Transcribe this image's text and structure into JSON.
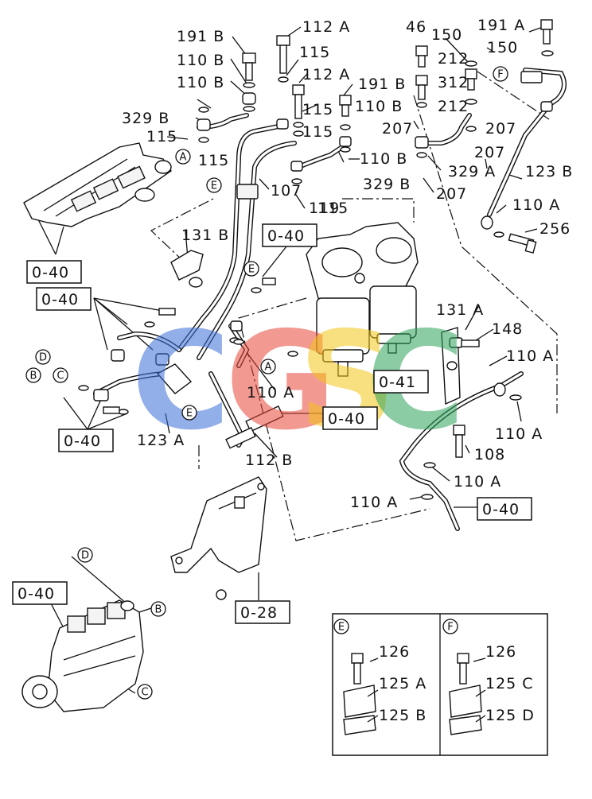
{
  "labels": [
    {
      "id": "l1",
      "text": "191 B"
    },
    {
      "id": "l2",
      "text": "112 A"
    },
    {
      "id": "l3",
      "text": "110 B"
    },
    {
      "id": "l4",
      "text": "115"
    },
    {
      "id": "l5",
      "text": "110 B"
    },
    {
      "id": "l6",
      "text": "112 A"
    },
    {
      "id": "l7",
      "text": "115"
    },
    {
      "id": "l8",
      "text": "191 B"
    },
    {
      "id": "l9",
      "text": "329 B"
    },
    {
      "id": "l10",
      "text": "115"
    },
    {
      "id": "l11",
      "text": "110 B"
    },
    {
      "id": "l12",
      "text": "115"
    },
    {
      "id": "l13",
      "text": "115"
    },
    {
      "id": "l14",
      "text": "107"
    },
    {
      "id": "l15",
      "text": "110 B"
    },
    {
      "id": "l16",
      "text": "119"
    },
    {
      "id": "l17",
      "text": "329 B"
    },
    {
      "id": "l18",
      "text": "115"
    },
    {
      "id": "l19",
      "text": "46"
    },
    {
      "id": "l20",
      "text": "150"
    },
    {
      "id": "l21",
      "text": "191 A"
    },
    {
      "id": "l22",
      "text": "150"
    },
    {
      "id": "l23",
      "text": "212"
    },
    {
      "id": "l24",
      "text": "312"
    },
    {
      "id": "l25",
      "text": "212"
    },
    {
      "id": "l26",
      "text": "207"
    },
    {
      "id": "l27",
      "text": "207"
    },
    {
      "id": "l28",
      "text": "207"
    },
    {
      "id": "l29",
      "text": "329 A"
    },
    {
      "id": "l30",
      "text": "123 B"
    },
    {
      "id": "l31",
      "text": "207"
    },
    {
      "id": "l32",
      "text": "110 A"
    },
    {
      "id": "l33",
      "text": "256"
    },
    {
      "id": "l34",
      "text": "131 B"
    },
    {
      "id": "l35",
      "text": "131 A"
    },
    {
      "id": "l36",
      "text": "148"
    },
    {
      "id": "l37",
      "text": "110 A"
    },
    {
      "id": "l38",
      "text": "110 A"
    },
    {
      "id": "l39",
      "text": "110 A"
    },
    {
      "id": "l40",
      "text": "123 A"
    },
    {
      "id": "l41",
      "text": "112 B"
    },
    {
      "id": "l42",
      "text": "108"
    },
    {
      "id": "l43",
      "text": "110 A"
    },
    {
      "id": "l44",
      "text": "110 A"
    },
    {
      "id": "l45",
      "text": "126"
    },
    {
      "id": "l46",
      "text": "125 A"
    },
    {
      "id": "l47",
      "text": "125 B"
    },
    {
      "id": "l48",
      "text": "126"
    },
    {
      "id": "l49",
      "text": "125 C"
    },
    {
      "id": "l50",
      "text": "125 D"
    }
  ],
  "ref_boxes": [
    {
      "id": "b1",
      "text": "0-40"
    },
    {
      "id": "b2",
      "text": "0-40"
    },
    {
      "id": "b3",
      "text": "0-40"
    },
    {
      "id": "b4",
      "text": "0-40"
    },
    {
      "id": "b5",
      "text": "0-41"
    },
    {
      "id": "b6",
      "text": "0-40"
    },
    {
      "id": "b7",
      "text": "0-40"
    },
    {
      "id": "b8",
      "text": "0-28"
    },
    {
      "id": "b9",
      "text": "0-40"
    }
  ],
  "ref_circles": [
    {
      "id": "c1",
      "text": "A"
    },
    {
      "id": "c2",
      "text": "E"
    },
    {
      "id": "c3",
      "text": "E"
    },
    {
      "id": "c4",
      "text": "D"
    },
    {
      "id": "c5",
      "text": "B"
    },
    {
      "id": "c6",
      "text": "C"
    },
    {
      "id": "c7",
      "text": "A"
    },
    {
      "id": "c8",
      "text": "E"
    },
    {
      "id": "c9",
      "text": "F"
    },
    {
      "id": "c10",
      "text": "D"
    },
    {
      "id": "c11",
      "text": "B"
    },
    {
      "id": "c12",
      "text": "C"
    },
    {
      "id": "c13",
      "text": "E"
    },
    {
      "id": "c14",
      "text": "F"
    }
  ],
  "watermark": {
    "letters": [
      "C",
      "G",
      "S",
      "C"
    ],
    "colors": [
      "#3a6fd8",
      "#e8463a",
      "#f3c518",
      "#2ea35a"
    ]
  }
}
